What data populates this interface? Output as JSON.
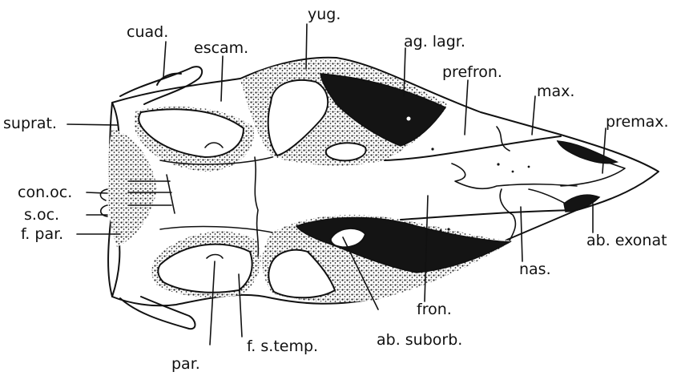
{
  "labels": {
    "cuad": "cuad.",
    "yug": "yug.",
    "escam": "escam.",
    "ag_lagr": "ag. lagr.",
    "prefron": "prefron.",
    "max": "max.",
    "premax": "premax.",
    "suprat": "suprat.",
    "con_oc": "con.oc.",
    "s_oc": "s.oc.",
    "f_par": "f. par.",
    "ab_exonat": "ab. exonat",
    "nas": "nas.",
    "fron": "fron.",
    "ab_suborb": "ab. suborb.",
    "f_s_temp": "f. s.temp.",
    "par": "par."
  },
  "colors": {
    "ink": "#111111",
    "paper": "#ffffff"
  }
}
